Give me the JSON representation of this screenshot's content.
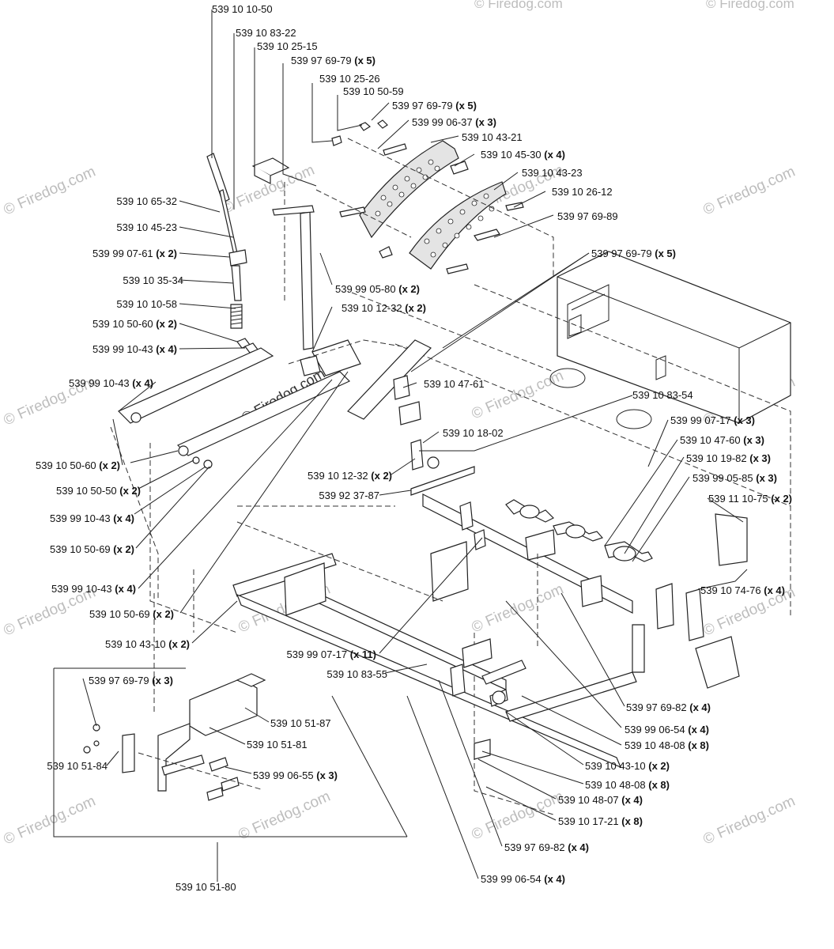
{
  "watermark": {
    "brand": "Firedog.com",
    "symbol": "©"
  },
  "labels": [
    {
      "num": "539 10 10-50",
      "qty": ""
    },
    {
      "num": "539 10 83-22",
      "qty": ""
    },
    {
      "num": "539 10 25-15",
      "qty": ""
    },
    {
      "num": "539 97 69-79",
      "qty": "(x 5)"
    },
    {
      "num": "539 10 25-26",
      "qty": ""
    },
    {
      "num": "539 10 50-59",
      "qty": ""
    },
    {
      "num": "539 97 69-79",
      "qty": "(x 5)"
    },
    {
      "num": "539 99 06-37",
      "qty": "(x 3)"
    },
    {
      "num": "539 10 43-21",
      "qty": ""
    },
    {
      "num": "539 10 45-30",
      "qty": "(x 4)"
    },
    {
      "num": "539 10 43-23",
      "qty": ""
    },
    {
      "num": "539 10 26-12",
      "qty": ""
    },
    {
      "num": "539 97 69-89",
      "qty": ""
    },
    {
      "num": "539 97 69-79",
      "qty": "(x 5)"
    },
    {
      "num": "539 10 65-32",
      "qty": ""
    },
    {
      "num": "539 10 45-23",
      "qty": ""
    },
    {
      "num": "539 99 07-61",
      "qty": "(x 2)"
    },
    {
      "num": "539 10 35-34",
      "qty": ""
    },
    {
      "num": "539 10 10-58",
      "qty": ""
    },
    {
      "num": "539 10 50-60",
      "qty": "(x 2)"
    },
    {
      "num": "539 99 10-43",
      "qty": "(x 4)"
    },
    {
      "num": "539 99 05-80",
      "qty": "(x 2)"
    },
    {
      "num": "539 10 12-32",
      "qty": "(x 2)"
    },
    {
      "num": "539 10 47-61",
      "qty": ""
    },
    {
      "num": "539 10 83-54",
      "qty": ""
    },
    {
      "num": "539 99 10-43",
      "qty": "(x 4)"
    },
    {
      "num": "539 10 50-60",
      "qty": "(x 2)"
    },
    {
      "num": "539 10 50-50",
      "qty": "(x 2)"
    },
    {
      "num": "539 99 10-43",
      "qty": "(x 4)"
    },
    {
      "num": "539 10 50-69",
      "qty": "(x 2)"
    },
    {
      "num": "539 99 10-43",
      "qty": "(x 4)"
    },
    {
      "num": "539 10 50-69",
      "qty": "(x 2)"
    },
    {
      "num": "539 10 43-10",
      "qty": "(x 2)"
    },
    {
      "num": "539 10 18-02",
      "qty": ""
    },
    {
      "num": "539 10 12-32",
      "qty": "(x 2)"
    },
    {
      "num": "539 92 37-87",
      "qty": ""
    },
    {
      "num": "539 99 07-17",
      "qty": "(x 3)"
    },
    {
      "num": "539 10 47-60",
      "qty": "(x 3)"
    },
    {
      "num": "539 10 19-82",
      "qty": "(x 3)"
    },
    {
      "num": "539 99 05-85",
      "qty": "(x 3)"
    },
    {
      "num": "539 11 10-75",
      "qty": "(x 2)"
    },
    {
      "num": "539 10 74-76",
      "qty": "(x 4)"
    },
    {
      "num": "539 99 07-17",
      "qty": "(x 11)"
    },
    {
      "num": "539 10 83-55",
      "qty": ""
    },
    {
      "num": "539 97 69-82",
      "qty": "(x 4)"
    },
    {
      "num": "539 99 06-54",
      "qty": "(x 4)"
    },
    {
      "num": "539 10 48-08",
      "qty": "(x 8)"
    },
    {
      "num": "539 10 43-10",
      "qty": "(x 2)"
    },
    {
      "num": "539 10 48-08",
      "qty": "(x 8)"
    },
    {
      "num": "539 10 48-07",
      "qty": "(x 4)"
    },
    {
      "num": "539 10 17-21",
      "qty": "(x 8)"
    },
    {
      "num": "539 97 69-82",
      "qty": "(x 4)"
    },
    {
      "num": "539 99 06-54",
      "qty": "(x 4)"
    },
    {
      "num": "539 97 69-79",
      "qty": "(x 3)"
    },
    {
      "num": "539 10 51-87",
      "qty": ""
    },
    {
      "num": "539 10 51-81",
      "qty": ""
    },
    {
      "num": "539 10 51-84",
      "qty": ""
    },
    {
      "num": "539 99 06-55",
      "qty": "(x 3)"
    },
    {
      "num": "539 10 51-80",
      "qty": ""
    }
  ]
}
